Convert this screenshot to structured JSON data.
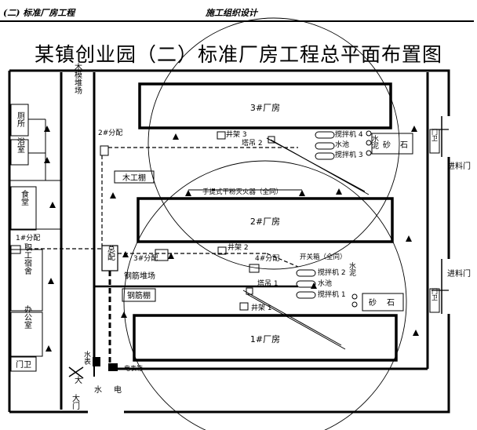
{
  "header": {
    "left": "(二) 标准厂房工程",
    "center": "施工组织设计"
  },
  "title": "某镇创业园（二）标准厂房工程总平面布置图",
  "buildings": {
    "b3": "3#厂房",
    "b2": "2#厂房",
    "b1": "1#厂房"
  },
  "labels": {
    "wood_yard": "木模堆场",
    "toilet": "厕所",
    "bath": "浴室",
    "canteen": "食堂",
    "dorm": "职工宿舍",
    "office": "办公室",
    "guard": "门卫",
    "dist1": "1#分配",
    "dist2": "2#分配",
    "dist3": "3#分配",
    "dist4": "4#分配",
    "main_dist": "总配",
    "carpentry": "木工棚",
    "rebar_yard": "钢筋堆场",
    "rebar_shed": "钢筋棚",
    "well3": "井架 3",
    "well2": "井架 2",
    "well1": "井架 1",
    "crane2": "塔吊 2",
    "crane1": "塔吊 1",
    "extinguisher": "手提式干粉灭火器（全同）",
    "switchbox": "开关箱（全同）",
    "mixer4": "搅拌机 4",
    "mixer3": "搅拌机 3",
    "mixer2": "搅拌机 2",
    "mixer1": "搅拌机 1",
    "pool_a": "水池",
    "pool_b": "水池",
    "cement_a": "水泥",
    "cement_b": "水泥",
    "sand_a": "砂",
    "stone_a": "石",
    "sand_b": "砂",
    "stone_b": "石",
    "gate_r1": "门卫",
    "gate_r2": "门卫",
    "entry1": "进料门",
    "entry2": "进料门",
    "main_gate": "大门",
    "water": "水",
    "electric": "电",
    "water_meter": "水表",
    "elec_meter": "电表箱"
  }
}
